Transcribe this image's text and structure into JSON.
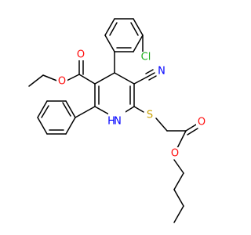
{
  "colors": {
    "bond": "#000000",
    "oxygen": "#ff0d0d",
    "nitrogen": "#0000ff",
    "sulfur": "#c8a000",
    "chlorine": "#1fb01f",
    "carbon_label": "#000000",
    "background": "#ffffff"
  },
  "atoms": {
    "ester_o_single": "O",
    "ester_o_double": "O",
    "cl": "Cl",
    "n_cyano": "N",
    "ring_nh": "H",
    "ring_n": "N",
    "s": "S",
    "butyl_o_double": "O",
    "butyl_o_single": "O"
  }
}
